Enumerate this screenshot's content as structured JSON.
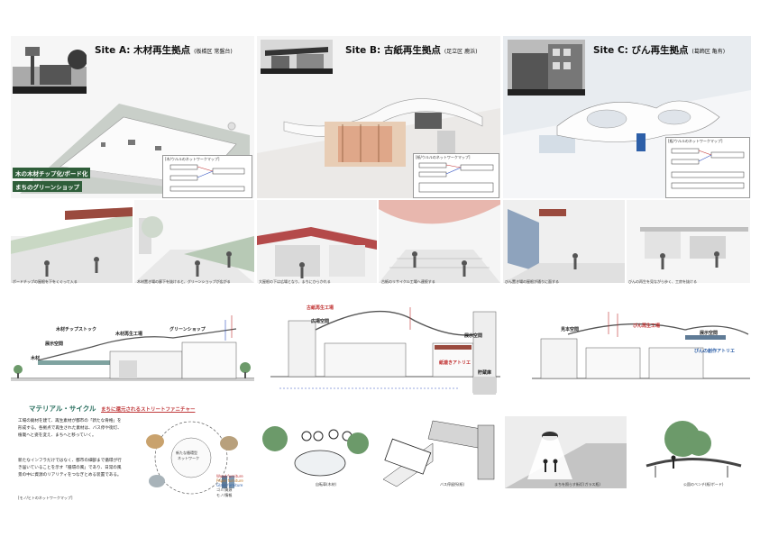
{
  "sites": [
    {
      "title": "Site A: 木材再生拠点",
      "location": "(板橋区 常盤台)"
    },
    {
      "title": "Site B: 古紙再生拠点",
      "location": "(足立区 鹿浜)"
    },
    {
      "title": "Site C: びん再生拠点",
      "location": "(葛飾区 亀有)"
    }
  ],
  "site_a": {
    "banner_1": "木の木材チップ化/ボード化",
    "banner_2": "まちのグリーンショップ",
    "diagram_caption": "[木/ウルルのネットワークマップ]"
  },
  "site_b": {
    "diagram_caption": "[紙/ウルルのネットワークマップ]"
  },
  "site_c": {
    "diagram_caption": "[瓶/ウルルのネットワークマップ]"
  },
  "perspective_captions": [
    "ボードチップの屋根を下をくぐって入る",
    "木材置き場の廊下を抜けると、グリーンショップが広がる",
    "大屋根の下は広場となり、まちにひらかれる",
    "古紙のリサイクル工場へ連続する",
    "びん置き場の屋根が通りに面する",
    "びんの再生を見ながら歩く、工房を抜ける"
  ],
  "section_a_labels": {
    "stock": "木材チップストック",
    "factory": "木材再生工場",
    "shop": "グリーンショップ",
    "lobby": "展示空間",
    "wood": "木材"
  },
  "section_b_labels": {
    "factory": "古紙再生工場",
    "square": "広場空間",
    "gallery": "展示空間",
    "atelier": "紙漉きアトリエ",
    "yard": "貯蔵庫"
  },
  "section_c_labels": {
    "arrival": "見本空間",
    "factory": "びん再生工場",
    "gallery": "展示空間",
    "atelier": "びんの創作アトリエ"
  },
  "material_cycle": {
    "title": "マテリアル・サイクル",
    "subtitle": "まちに還元されるストリートファニチャー",
    "paragraph_1": "工場の廃材を建て、再生素材が都市の「新たな骨格」を形成する。各拠点で再生された素材は、バス停や街灯、植栽へと姿を変え、まちへと移っていく。",
    "paragraph_2": "新たなインフラだけではなく、都市の細部まで循環が行き届いていることを示す「循環の風」であり、日常の風景の中に資源のリアリティをつなぎとめる装置である。",
    "cycle_center": "新たな循環型",
    "cycle_center_2": "ネットワーク",
    "cycle_caption": "[モノ/ヒトのネットワークマップ]",
    "legend": [
      "Wood furniture",
      "Paper furniture",
      "Glass furniture",
      "ゴミ/資源",
      "モノ/情報"
    ]
  },
  "vignette_captions": [
    "自転車(木材)",
    "バス停留所(紙)",
    "まちを照らす街灯(ガラス瓶)",
    "公園のベンチ(紙/ボード)"
  ]
}
